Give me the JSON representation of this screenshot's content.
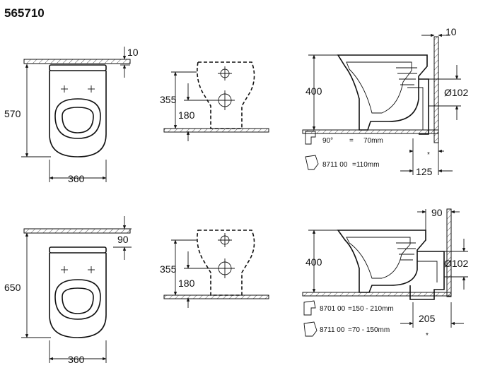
{
  "title": "565710",
  "top": {
    "plan": {
      "width": "360",
      "depth": "570",
      "gap": "10"
    },
    "front": {
      "height": "355",
      "outlet": "180"
    },
    "side": {
      "height": "400",
      "diameter": "Ø102",
      "wall": "10",
      "setback": "125",
      "mark": "*",
      "fitting1": {
        "angle": "90°",
        "eq": "=",
        "value": "70mm"
      },
      "fitting2": {
        "code": "8711 00",
        "value": "=110mm"
      }
    }
  },
  "bottom": {
    "plan": {
      "width": "360",
      "depth": "650",
      "gap": "90"
    },
    "front": {
      "height": "355",
      "outlet": "180"
    },
    "side": {
      "height": "400",
      "diameter": "Ø102",
      "wall": "90",
      "setback": "205",
      "mark": "*",
      "fitting1": {
        "code": "8701 00",
        "value": "=150 - 210mm"
      },
      "fitting2": {
        "code": "8711 00",
        "value": "=70 -  150mm"
      }
    }
  }
}
